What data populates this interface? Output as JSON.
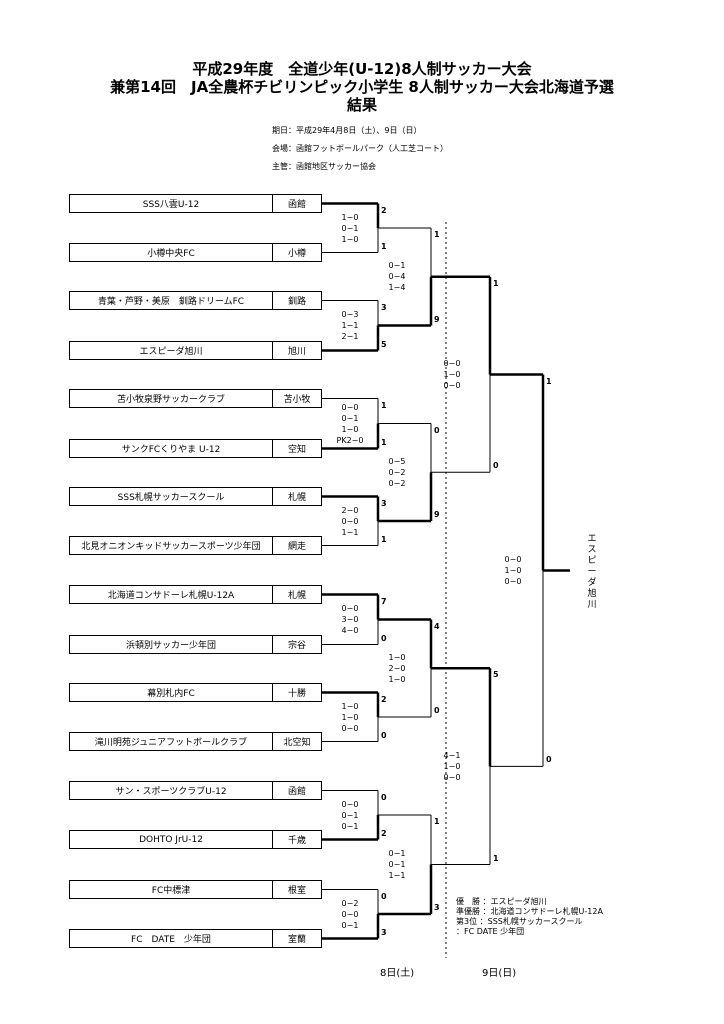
{
  "header": {
    "line1": "平成29年度　全道少年(U-12)8人制サッカー大会",
    "line2": "兼第14回　JA全農杯チビリンピック小学生 8人制サッカー大会北海道予選",
    "line3": "結果"
  },
  "info": {
    "date": "期日：平成29年4月8日（土）、9日（日）",
    "venue": "会場：函館フットボールパーク（人工芝コート）",
    "organizer": "主管：函館地区サッカー協会"
  },
  "teams": [
    {
      "name": "SSS八雲U-12",
      "region": "函館"
    },
    {
      "name": "小樽中央FC",
      "region": "小樽"
    },
    {
      "name": "青葉・芦野・美原　釧路ドリームFC",
      "region": "釧路"
    },
    {
      "name": "エスピーダ旭川",
      "region": "旭川"
    },
    {
      "name": "苫小牧泉野サッカークラブ",
      "region": "苫小牧"
    },
    {
      "name": "サンクFCくりやま U-12",
      "region": "空知"
    },
    {
      "name": "SSS札幌サッカースクール",
      "region": "札幌"
    },
    {
      "name": "北見オニオンキッドサッカースポーツ少年団",
      "region": "網走"
    },
    {
      "name": "北海道コンサドーレ札幌U-12A",
      "region": "札幌"
    },
    {
      "name": "浜頓別サッカー少年団",
      "region": "宗谷"
    },
    {
      "name": "幕別札内FC",
      "region": "十勝"
    },
    {
      "name": "滝川明苑ジュニアフットボールクラブ",
      "region": "北空知"
    },
    {
      "name": "サン・スポーツクラブU-12",
      "region": "函館"
    },
    {
      "name": "DOHTO JrU-12",
      "region": "千歳"
    },
    {
      "name": "FC中標津",
      "region": "根室"
    },
    {
      "name": "FC　DATE　少年団",
      "region": "室蘭"
    }
  ],
  "r1": [
    {
      "a": "2",
      "b": "1",
      "detail": "1−0\n0−1\n1−0"
    },
    {
      "a": "3",
      "b": "5",
      "detail": "0−3\n1−1\n2−1"
    },
    {
      "a": "1",
      "b": "1",
      "detail": "0−0\n0−1\n1−0\nPK2−0"
    },
    {
      "a": "3",
      "b": "1",
      "detail": "2−0\n0−0\n1−1"
    },
    {
      "a": "7",
      "b": "0",
      "detail": "0−0\n3−0\n4−0"
    },
    {
      "a": "2",
      "b": "0",
      "detail": "1−0\n1−0\n0−0"
    },
    {
      "a": "0",
      "b": "2",
      "detail": "0−0\n0−1\n0−1"
    },
    {
      "a": "0",
      "b": "3",
      "detail": "0−2\n0−0\n0−1"
    }
  ],
  "r2": [
    {
      "a": "1",
      "b": "9",
      "detail": "0−1\n0−4\n1−4"
    },
    {
      "a": "0",
      "b": "9",
      "detail": "0−5\n0−2\n0−2"
    },
    {
      "a": "4",
      "b": "0",
      "detail": "1−0\n2−0\n1−0"
    },
    {
      "a": "1",
      "b": "3",
      "detail": "0−1\n0−1\n1−1"
    }
  ],
  "sf": [
    {
      "a": "1",
      "b": "0",
      "detail": "0−0\n1−0\n0−0"
    },
    {
      "a": "5",
      "b": "1",
      "detail": "4−1\n1−0\n0−0"
    }
  ],
  "final": {
    "a": "1",
    "b": "0",
    "detail": "0−0\n1−0\n0−0"
  },
  "champion": "エスピーダ旭川",
  "results": {
    "first": "優　勝 ：エスピーダ旭川",
    "second": "準優勝 ：北海道コンサドーレ札幌U-12A",
    "third1": "第3位 ：SSS札幌サッカースクール",
    "third2": "：FC DATE 少年団"
  },
  "days": {
    "day1": "8日(土)",
    "day2": "9日(日)"
  }
}
